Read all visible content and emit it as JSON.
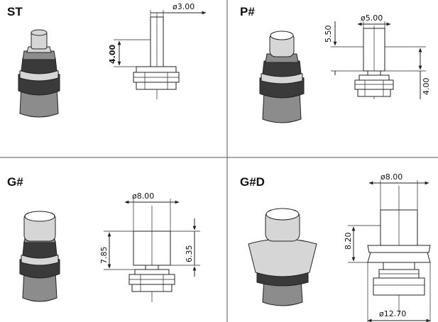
{
  "panels": [
    {
      "id": "st",
      "label": "ST",
      "diameter": "ø3.00",
      "height": "4.00"
    },
    {
      "id": "p",
      "label": "P#",
      "diameter": "ø5.00",
      "height_top": "5.50",
      "height_bottom": "4.00"
    },
    {
      "id": "g",
      "label": "G#",
      "diameter": "ø8.00",
      "height_left": "7.85",
      "height_right": "6.35"
    },
    {
      "id": "gd",
      "label": "G#D",
      "diameter_top": "ø8.00",
      "height": "8.20",
      "diameter_bottom": "ø12.70"
    }
  ]
}
